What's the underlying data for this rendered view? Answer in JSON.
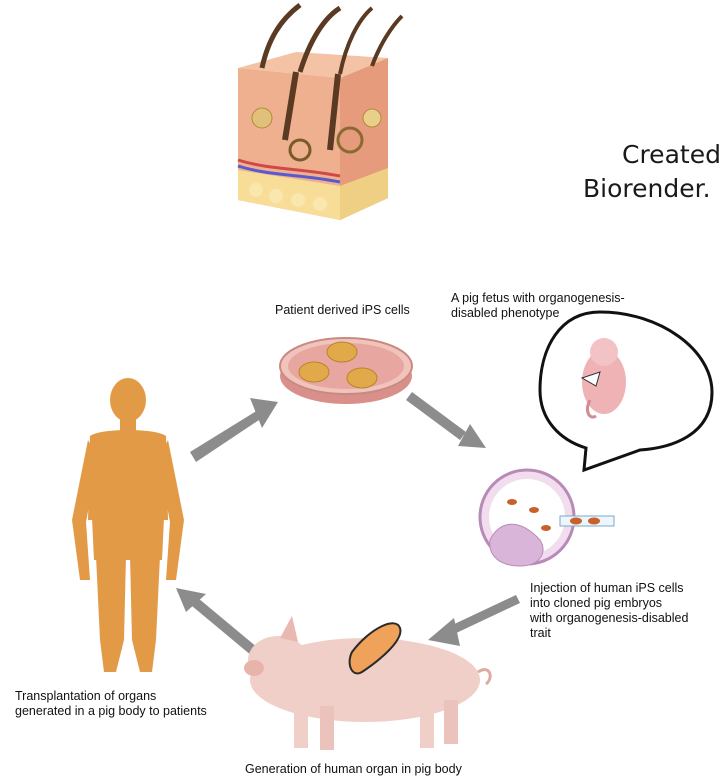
{
  "credit": {
    "line1": "Created",
    "line2": "Biorender."
  },
  "steps": {
    "patient_ips": "Patient derived iPS cells",
    "pig_fetus": "A pig fetus with organogenesis-disabled phenotype",
    "pig_fetus_line1": "A pig fetus with organogenesis-",
    "pig_fetus_line2": "disabled phenotype",
    "injection_line1": "Injection of human iPS cells",
    "injection_line2": "into cloned pig embryos",
    "injection_line3": "with organogenesis-disabled",
    "injection_line4": "trait",
    "generation": "Generation of  human organ in pig body",
    "transplant_line1": "Transplantation of organs",
    "transplant_line2": "generated in a pig body to patients"
  },
  "colors": {
    "arrow": "#8c8c8c",
    "skin": "#e9a783",
    "human": "#e29a47",
    "pig": "#f1cfc9",
    "organ": "#f0a15a",
    "dish": "#e3a39a",
    "embryo": "#d9b5d9"
  }
}
